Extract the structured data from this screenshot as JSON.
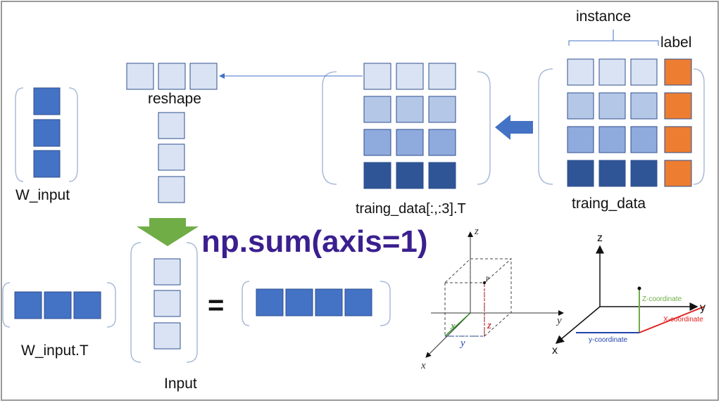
{
  "labels": {
    "instance": "instance",
    "label": "label",
    "reshape": "reshape",
    "w_input": "W_input",
    "traing_data_slice": "traing_data[:,:3].T",
    "traing_data": "traing_data",
    "np_sum": "np.sum(axis=1)",
    "equals": "=",
    "w_input_t": "W_input.T",
    "input": "Input"
  },
  "axes_left": {
    "z": "z",
    "y": "y",
    "x": "x",
    "p": "P",
    "x_dim": "x",
    "y_dim": "y",
    "z_dim": "z"
  },
  "axes_right": {
    "z": "z",
    "y": "y",
    "x": "x",
    "z_coord": "Z-coordinate",
    "x_coord": "X-coordinate",
    "y_coord": "y-coordinate"
  },
  "colors": {
    "row1": "#dae3f3",
    "row2": "#b4c7e7",
    "row3": "#8faadc",
    "row4": "#2f5597",
    "w_input": "#4472c4",
    "label": "#ed7d31",
    "green_arrow": "#70ad47",
    "blue_arrow": "#4472c4",
    "title_purple": "#3b1f8f",
    "cell_border": "#2f4f8f"
  }
}
